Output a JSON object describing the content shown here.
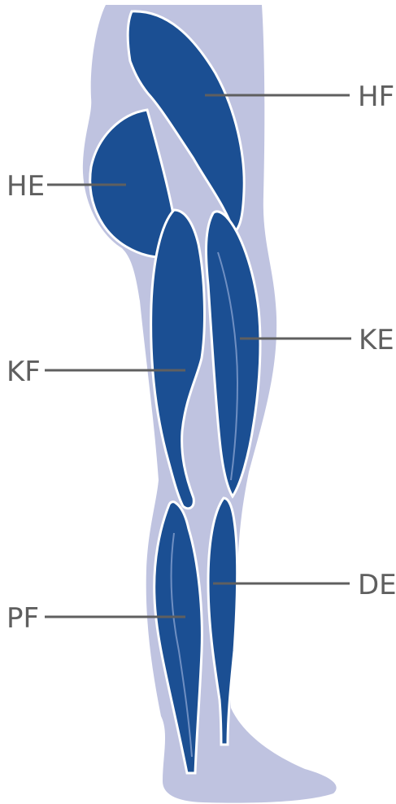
{
  "colors": {
    "background": "#ffffff",
    "leg_silhouette": "#bfc3e0",
    "muscle_fill": "#1b4f93",
    "muscle_highlight": "#6f8fc2",
    "muscle_outline": "#ffffff",
    "label_text": "#5f5f5f",
    "leader_line": "#5f5f5f"
  },
  "labels": {
    "hf": "HF",
    "he": "HE",
    "ke": "KE",
    "kf": "KF",
    "de": "DE",
    "pf": "PF"
  }
}
